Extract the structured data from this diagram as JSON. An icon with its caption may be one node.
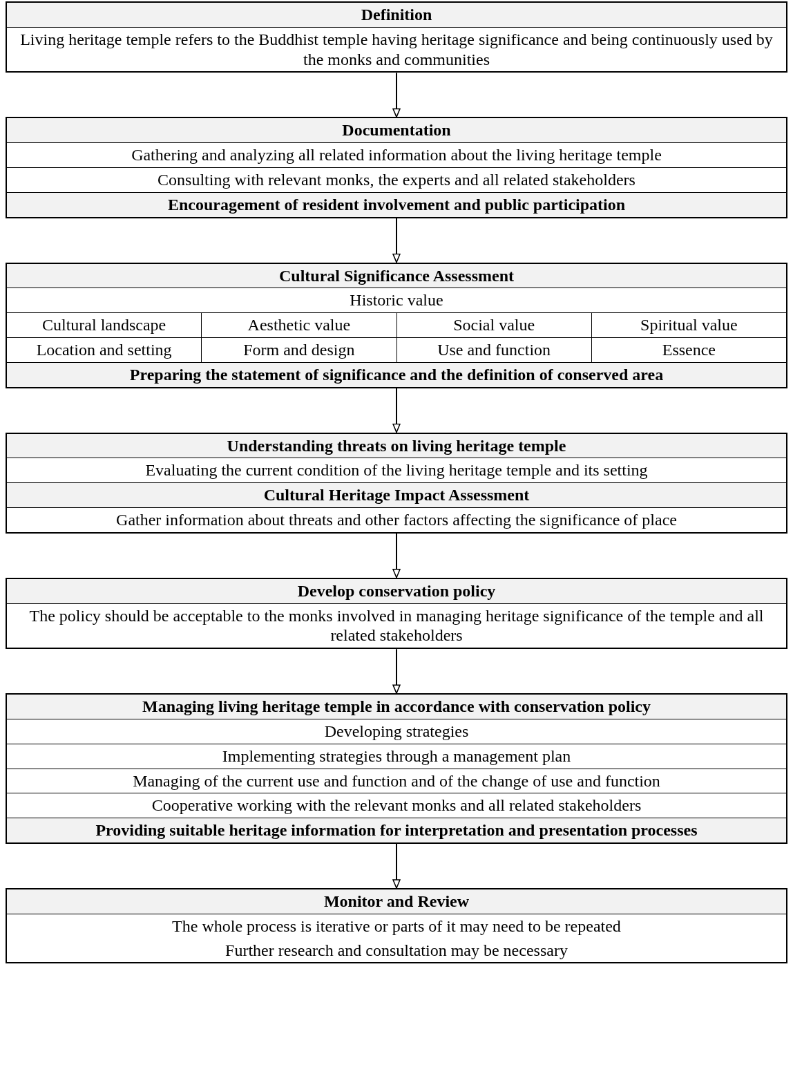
{
  "diagram": {
    "nodes": [
      {
        "text": [
          "Definition",
          "Living heritage temple refers to the Buddhist temple having heritage significance and being continuously used by the monks and communities"
        ]
      },
      {
        "text": [
          "Documentation",
          "Gathering and analyzing all related information about the living heritage temple",
          "Consulting with relevant monks, the experts and all related stakeholders",
          "Encouragement of resident involvement and public participation"
        ]
      },
      {
        "text": [
          "Cultural Significance Assessment",
          "Historic value",
          "Cultural landscape",
          "Aesthetic value",
          "Social value",
          "Spiritual value",
          "Location and setting",
          "Form and design",
          "Use and function",
          "Essence",
          "Preparing the statement of significance and the definition of conserved area"
        ]
      },
      {
        "text": [
          "Understanding threats on living heritage temple",
          "Evaluating the current condition of the living heritage temple and its setting",
          "Cultural Heritage Impact Assessment",
          "Gather information about threats and other factors affecting the significance of place"
        ]
      },
      {
        "text": [
          "Develop conservation policy",
          "The policy should be acceptable to the monks involved in managing heritage significance of the temple and all related stakeholders"
        ]
      },
      {
        "text": [
          "Managing living heritage temple in accordance with conservation policy",
          "Developing strategies",
          "Implementing strategies through a management plan",
          "Managing of the current use and function and of the change of use and function",
          "Cooperative working with the relevant monks and all related stakeholders",
          "Providing suitable heritage information for interpretation and presentation processes"
        ]
      },
      {
        "text": [
          "Monitor and Review",
          "The whole process is iterative or parts of it may need to be repeated",
          "Further research and consultation may be necessary"
        ]
      }
    ],
    "edges": [
      {
        "from": 0,
        "to": 1,
        "arrow": "to"
      },
      {
        "from": 1,
        "to": 2,
        "arrow": "to"
      },
      {
        "from": 2,
        "to": 3,
        "arrow": "to"
      },
      {
        "from": 3,
        "to": 4,
        "arrow": "to"
      },
      {
        "from": 4,
        "to": 5,
        "arrow": "to"
      },
      {
        "from": 5,
        "to": 6,
        "arrow": "to"
      }
    ]
  }
}
